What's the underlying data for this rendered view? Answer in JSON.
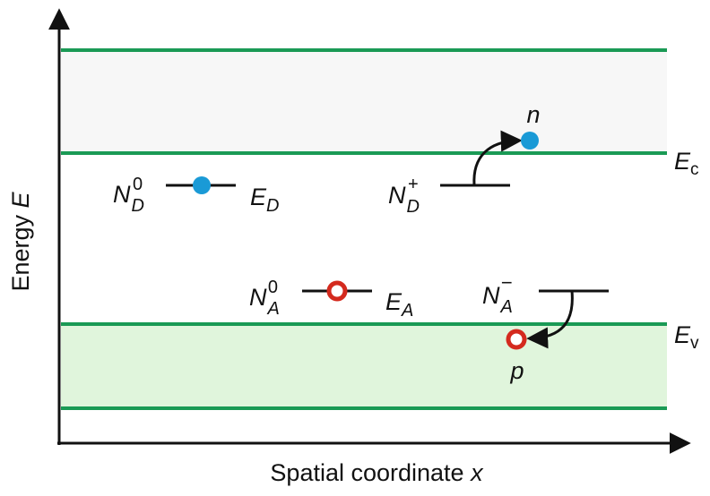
{
  "axes": {
    "ylabel_prefix": "Energy ",
    "ylabel_var": "E",
    "xlabel_prefix": "Spatial coordinate ",
    "xlabel_var": "x"
  },
  "bands": {
    "conduction": {
      "symbol": "E",
      "subscript": "c",
      "fill": "#f7f7f7"
    },
    "valence": {
      "symbol": "E",
      "subscript": "v",
      "fill": "#e0f5dc"
    },
    "edge_color": "#1a9a55"
  },
  "donor_neutral": {
    "label": "N",
    "sub": "D",
    "sup": "0",
    "level_symbol": "E",
    "level_sub": "D",
    "particle": "electron"
  },
  "donor_ionized": {
    "label": "N",
    "sub": "D",
    "sup": "+",
    "carrier": "n",
    "particle": "electron"
  },
  "acceptor_neutral": {
    "label": "N",
    "sub": "A",
    "sup": "0",
    "level_symbol": "E",
    "level_sub": "A",
    "particle": "hole"
  },
  "acceptor_ionized": {
    "label": "N",
    "sub": "A",
    "sup": "−",
    "carrier": "p",
    "particle": "hole"
  },
  "colors": {
    "electron": "#1a9ad6",
    "hole": "#d42a1e",
    "line": "#111111"
  }
}
